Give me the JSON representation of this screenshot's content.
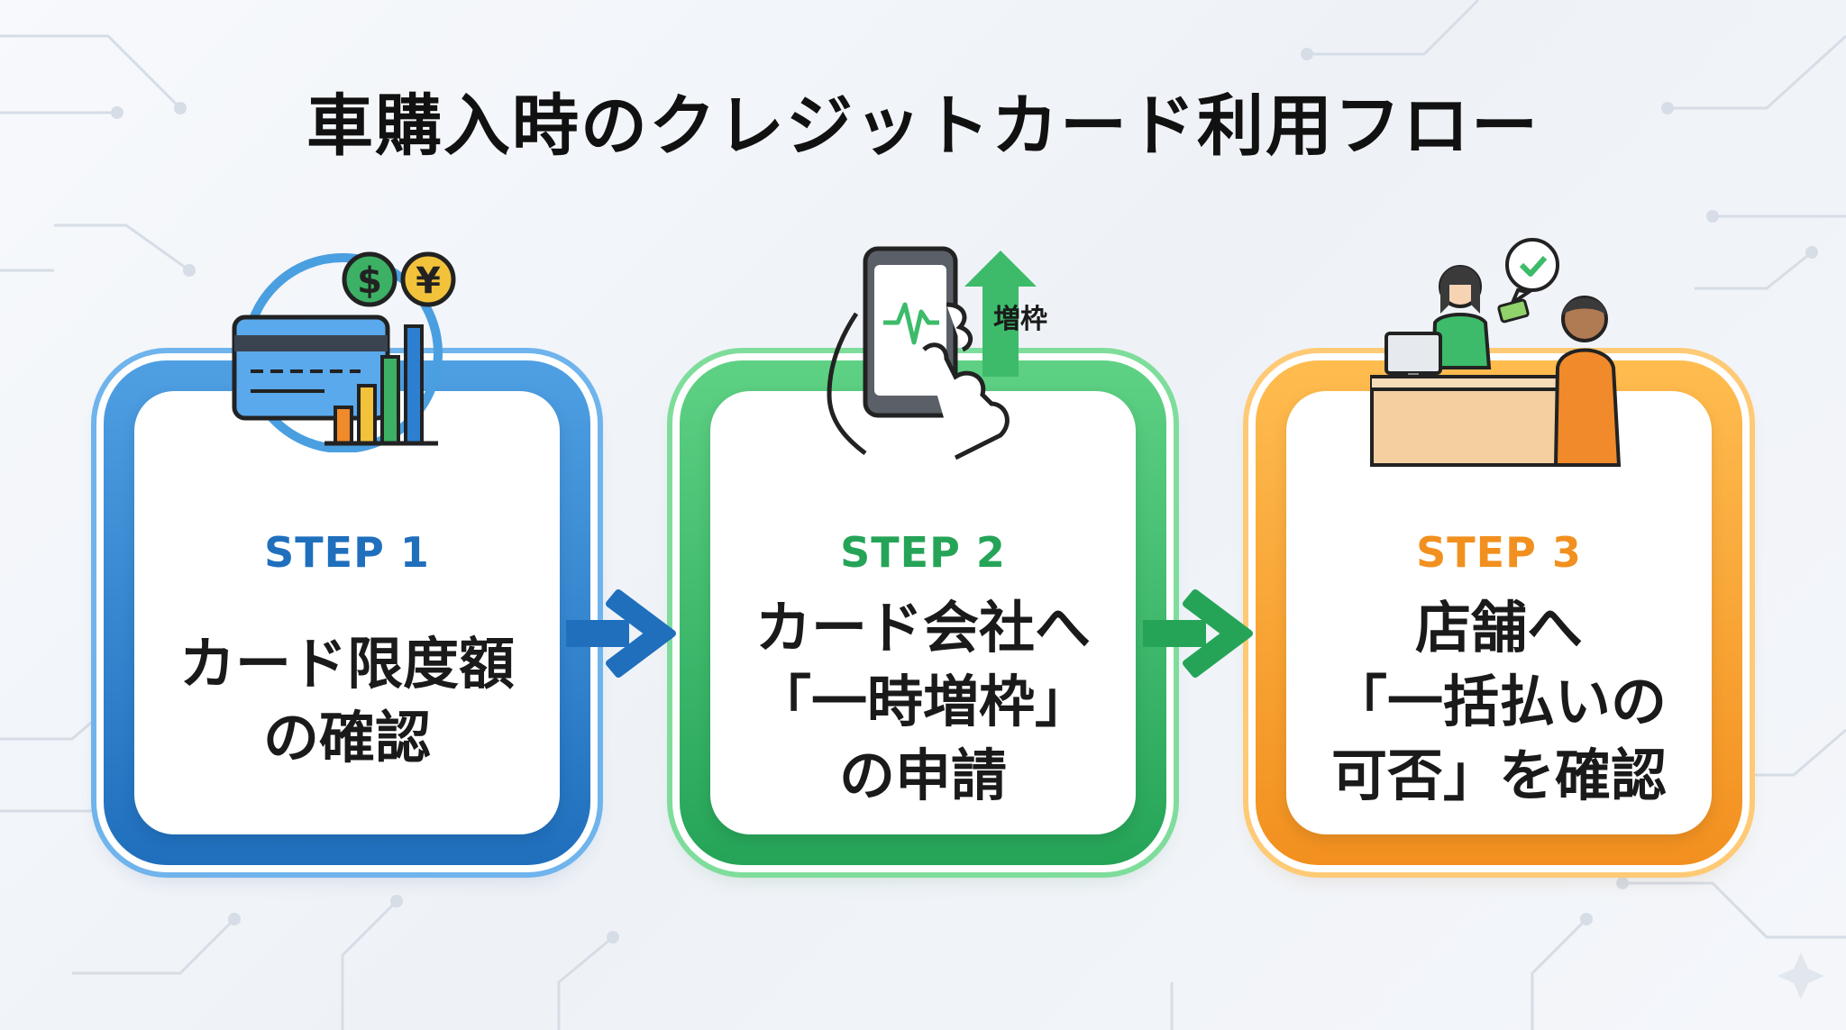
{
  "title": "車購入時のクレジットカード利用フロー",
  "colors": {
    "blue": "#1f6fbd",
    "green": "#25a458",
    "orange": "#f2901f"
  },
  "steps": [
    {
      "label": "STEP 1",
      "lines": [
        "カード限度額",
        "の確認"
      ],
      "icon": "credit-card-chart-icon"
    },
    {
      "label": "STEP 2",
      "lines": [
        "カード会社へ",
        "「一時増枠」",
        "の申請"
      ],
      "icon": "smartphone-hand-icon",
      "badge": "増枠"
    },
    {
      "label": "STEP 3",
      "lines": [
        "店舗へ",
        "「一括払いの",
        "可否」を確認"
      ],
      "icon": "store-counter-icon"
    }
  ],
  "symbols": {
    "dollar": "$",
    "yen": "¥"
  }
}
